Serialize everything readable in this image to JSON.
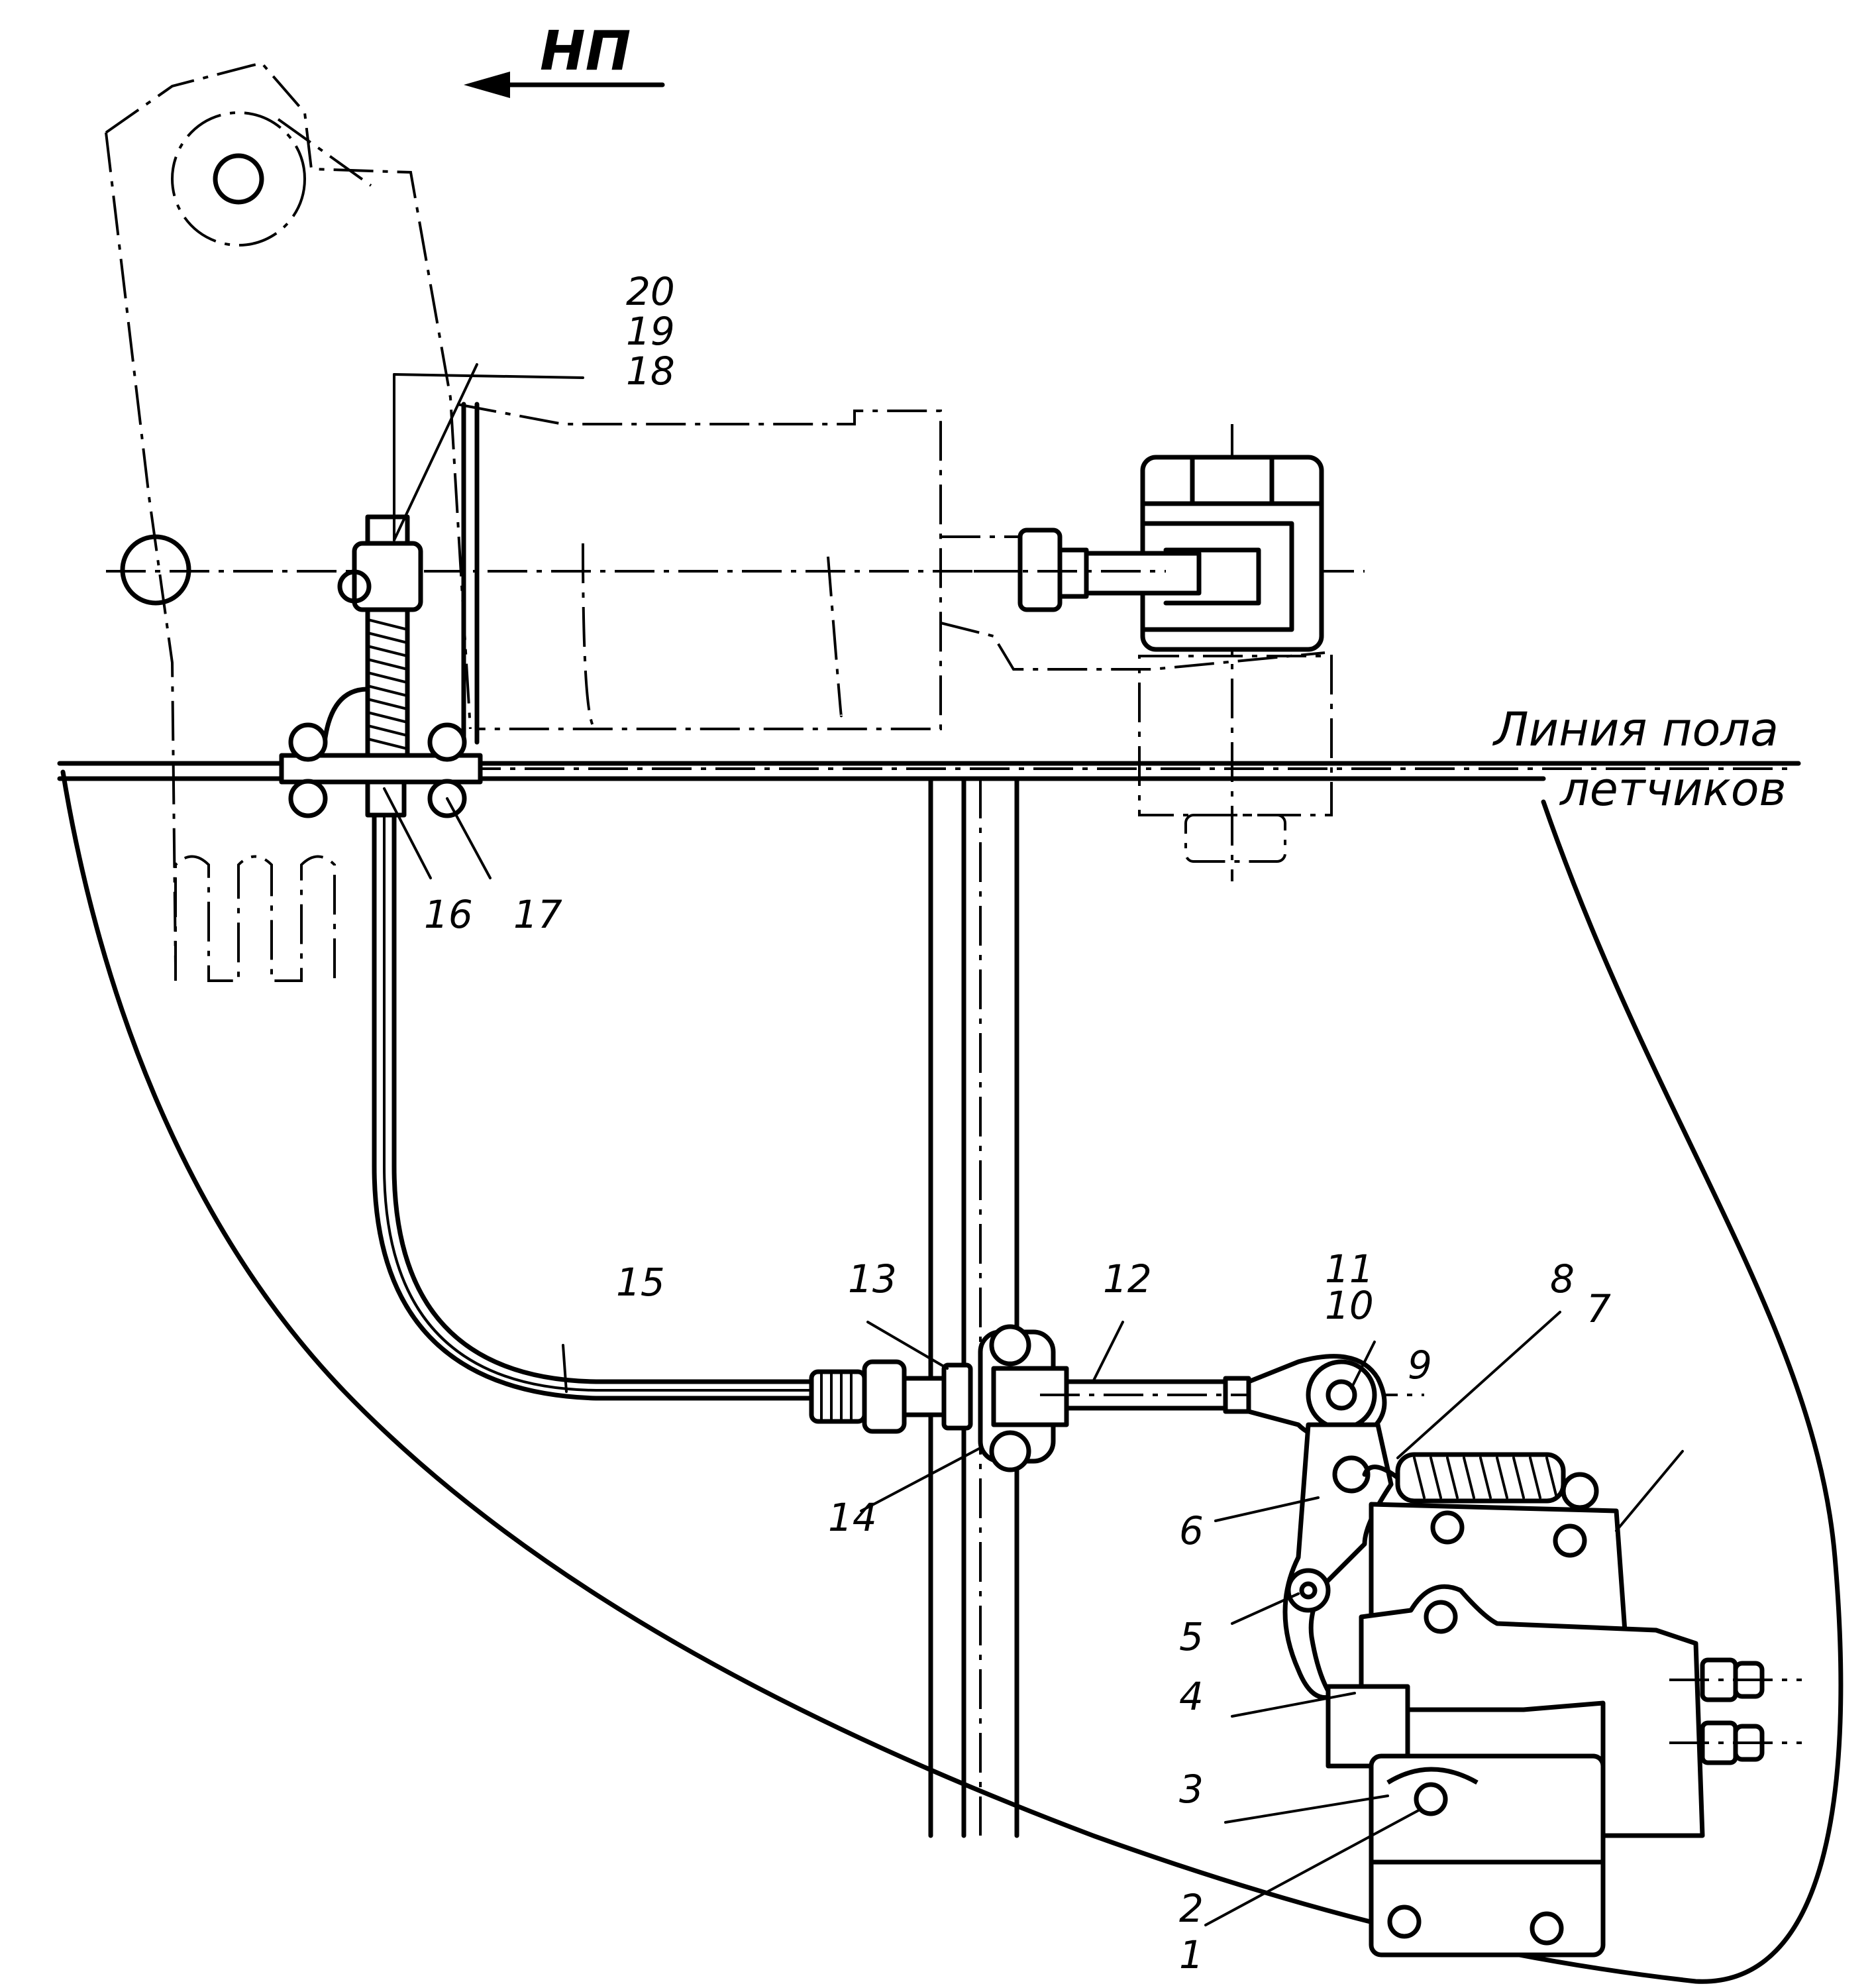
{
  "direction": {
    "text": "НП"
  },
  "floor_line": {
    "line1": "Линия пола",
    "line2": "летчиков"
  },
  "labels": {
    "l1": "1",
    "l2": "2",
    "l3": "3",
    "l4": "4",
    "l5": "5",
    "l6": "6",
    "l7": "7",
    "l8": "8",
    "l9": "9",
    "l10": "10",
    "l11": "11",
    "l12": "12",
    "l13": "13",
    "l14": "14",
    "l15": "15",
    "l16": "16",
    "l17": "17",
    "l18": "18",
    "l19": "19",
    "l20": "20"
  }
}
